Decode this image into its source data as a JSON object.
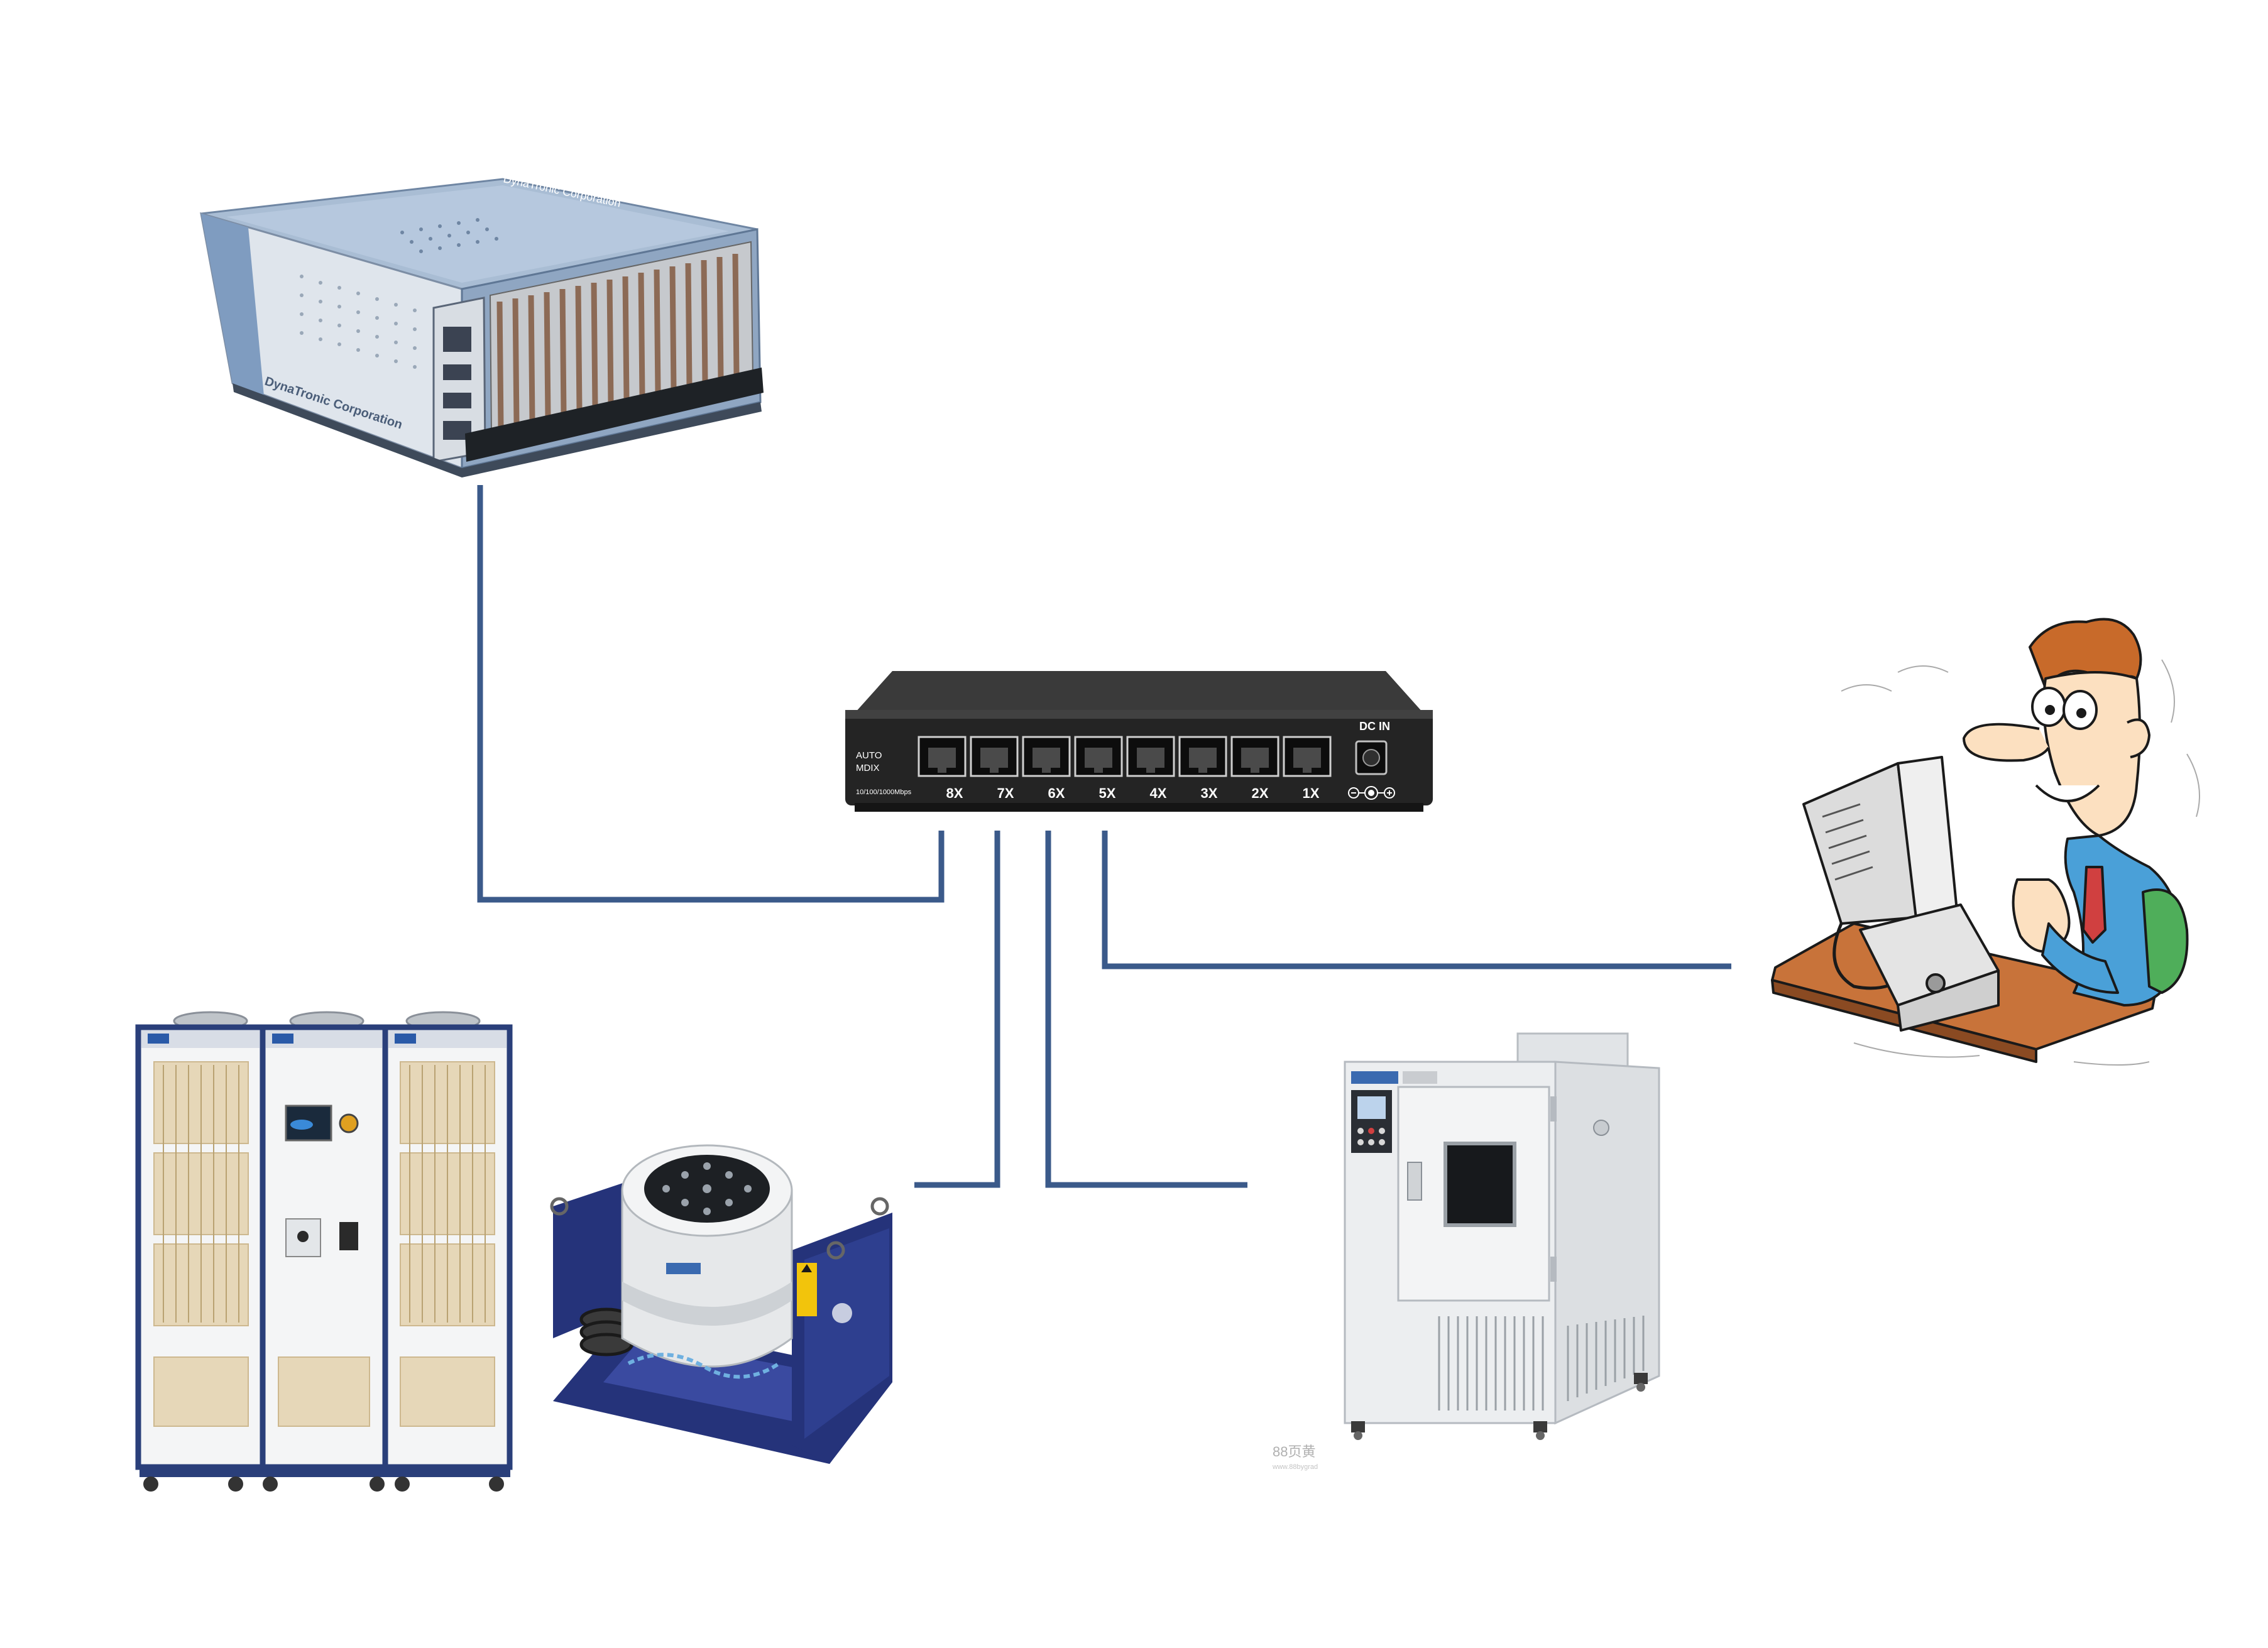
{
  "colors": {
    "link": "#3b5a8a",
    "switch_body": "#2a2a2a",
    "daq_blue": "#8fa6c2",
    "daq_panel": "#e9edf1",
    "rack_frame": "#2a3f7a",
    "shaker_frame": "#25337a",
    "chamber_body": "#eceef0",
    "desk": "#c8733a",
    "shirt": "#4aa0d8"
  },
  "switch": {
    "auto_label": "AUTO",
    "mdix_label": "MDIX",
    "speed_label": "10/100/1000Mbps",
    "dc_label": "DC IN",
    "ports": [
      "8X",
      "7X",
      "6X",
      "5X",
      "4X",
      "3X",
      "2X",
      "1X"
    ]
  },
  "daq": {
    "brand_front": "DynaTronic Corporation",
    "brand_top": "DynaTronic Corporation"
  },
  "watermark": {
    "main": "88页黄",
    "sub": "www.88bygrad"
  },
  "icons": {
    "daq": "data-acquisition-unit-icon",
    "switch": "ethernet-switch-icon",
    "rack": "power-amplifier-rack-icon",
    "shaker": "vibration-shaker-icon",
    "chamber": "climate-chamber-icon",
    "operator": "operator-at-computer-icon"
  }
}
